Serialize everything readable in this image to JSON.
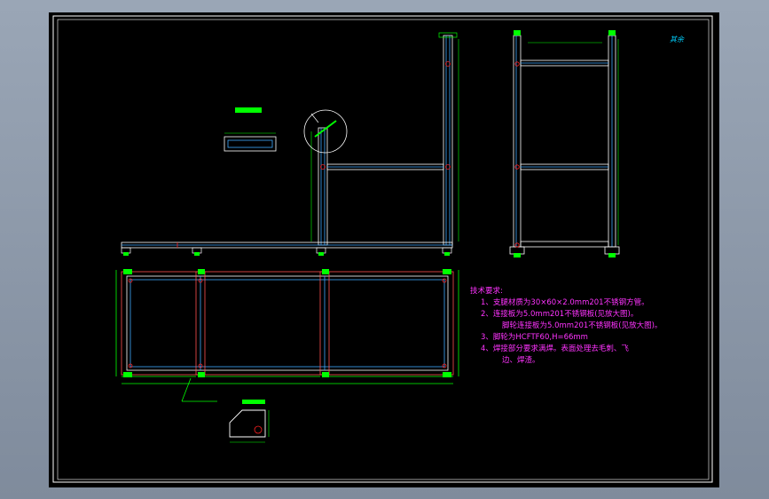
{
  "notes": {
    "heading": "技术要求:",
    "items": [
      "1、支腿材质为30×60×2.0mm201不锈钢方管。",
      "2、连接板为5.0mm201不锈钢板(见放大图)。",
      "脚轮连接板为5.0mm201不锈钢板(见放大图)。",
      "3、脚轮为HCFTF60,H=66mm",
      "4、焊接部分要求满焊。表面处理去毛刺、飞",
      "边、焊渣。"
    ]
  },
  "title_tag": "其余",
  "colors": {
    "frame": "#ffffff",
    "tube": "#3fa9ff",
    "dimension": "#00ff00",
    "marker": "#ff2020",
    "note": "#ff33ff",
    "outer_border": "#ffffff"
  }
}
